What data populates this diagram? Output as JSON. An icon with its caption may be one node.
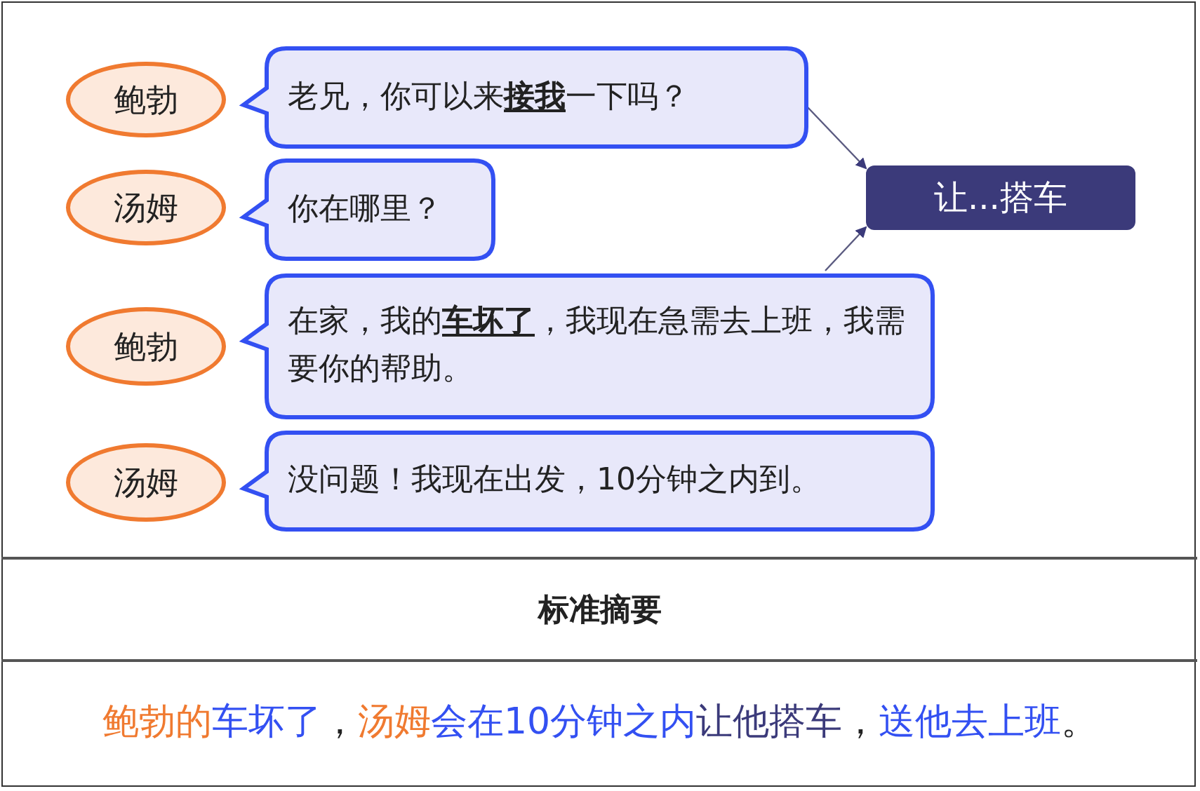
{
  "diagram": {
    "nodes": [
      {
        "text": [
          "鲍勃"
        ]
      },
      {
        "text": [
          "老兄，你可以来**接我**一下吗？"
        ]
      },
      {
        "text": [
          "汤姆"
        ]
      },
      {
        "text": [
          "你在哪里？"
        ]
      },
      {
        "text": [
          "鲍勃"
        ]
      },
      {
        "text": [
          "在家，我的**车坏了**，我现在急需去上班，我需要你的帮助。"
        ]
      },
      {
        "text": [
          "汤姆"
        ]
      },
      {
        "text": [
          "没问题！我现在出发，10分钟之内到。"
        ]
      },
      {
        "text": [
          "让...搭车"
        ]
      }
    ],
    "edges": [
      {
        "from": 1,
        "to": 8,
        "arrow": "to"
      },
      {
        "from": 5,
        "to": 8,
        "arrow": "to"
      }
    ],
    "labels": [
      "标准摘要",
      "鲍勃的车坏了，汤姆会在10分钟之内让他搭车，送他去上班。"
    ]
  }
}
